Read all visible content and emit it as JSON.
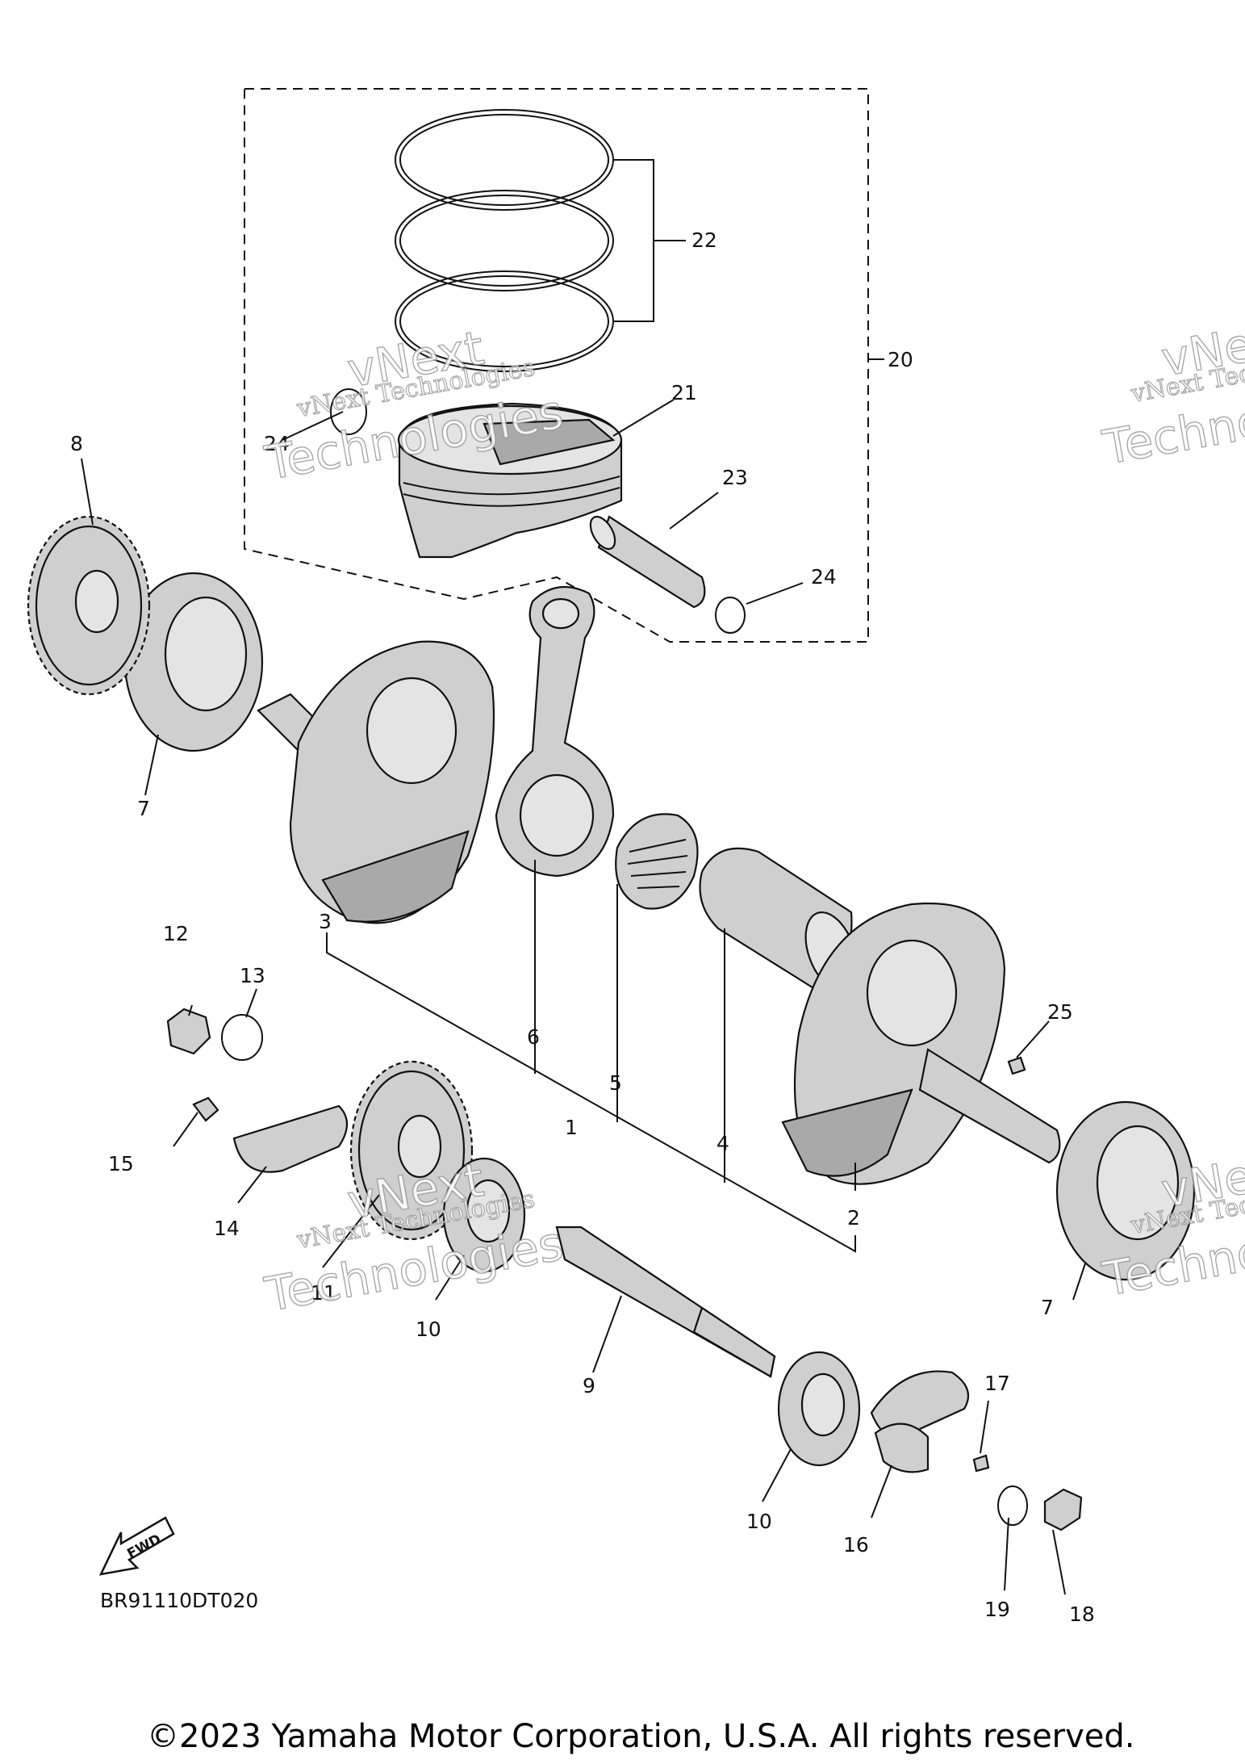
{
  "diagram": {
    "callouts": [
      "1",
      "2",
      "3",
      "4",
      "5",
      "6",
      "7",
      "7",
      "8",
      "9",
      "10",
      "10",
      "11",
      "12",
      "13",
      "14",
      "15",
      "16",
      "17",
      "18",
      "19",
      "20",
      "21",
      "22",
      "23",
      "24",
      "24",
      "25"
    ],
    "watermarks": {
      "text_a": "vNext Technologies",
      "text_b": "vNext",
      "text_c": "Technologies"
    },
    "fwd_label": "FWD",
    "drawing_code": "BR91110DT020",
    "copyright": "©2023 Yamaha Motor Corporation, U.S.A. All rights reserved."
  }
}
